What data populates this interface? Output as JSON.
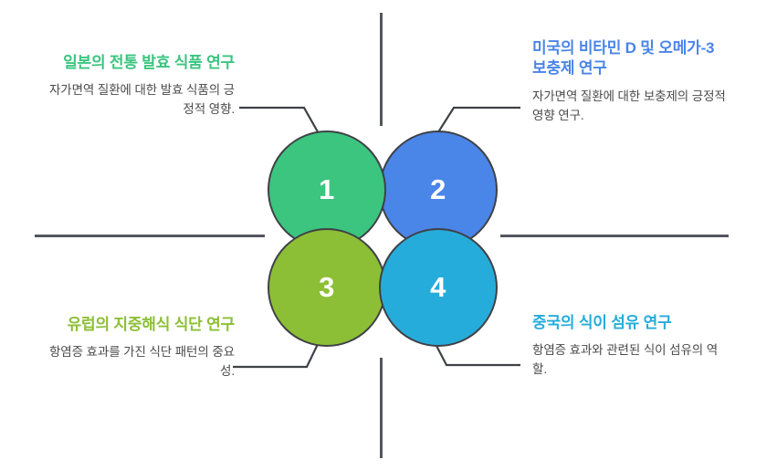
{
  "diagram": {
    "type": "four-circle-cluster-infographic",
    "background_color": "#ffffff",
    "divider_color": "#53565c",
    "circle_outline_color": "#3f4146",
    "body_text_color": "#4a4a4a",
    "items": [
      {
        "number": "1",
        "color": "#3bc57f",
        "heading": "일본의 전통 발효 식품 연구",
        "body": "자가면역 질환에 대한 발효 식품의 긍정적 영향.",
        "position": "top-left",
        "text_align": "right"
      },
      {
        "number": "2",
        "color": "#4a85e8",
        "heading": "미국의 비타민 D 및 오메가-3 보충제 연구",
        "body": "자가면역 질환에 대한 보충제의 긍정적 영향 연구.",
        "position": "top-right",
        "text_align": "left"
      },
      {
        "number": "3",
        "color": "#8cbf36",
        "heading": "유럽의 지중해식 식단 연구",
        "body": "항염증 효과를 가진 식단 패턴의 중요성.",
        "position": "bottom-left",
        "text_align": "right"
      },
      {
        "number": "4",
        "color": "#26acdb",
        "heading": "중국의 식이 섬유 연구",
        "body": "항염증 효과와 관련된 식이 섬유의 역할.",
        "position": "bottom-right",
        "text_align": "left"
      }
    ]
  }
}
